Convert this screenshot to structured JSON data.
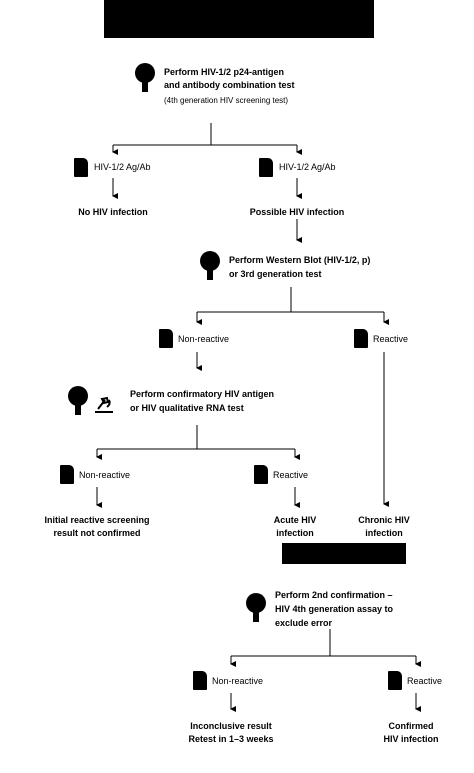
{
  "step1": {
    "line1": "Perform HIV-1/2 p24-antigen",
    "line2": "and antibody combination test",
    "line3": "(4th generation HIV screening test)"
  },
  "result1": {
    "negative_label": "HIV-1/2 Ag/Ab",
    "positive_label": "HIV-1/2 Ag/Ab",
    "negative_outcome": "No HIV infection",
    "positive_outcome": "Possible HIV infection"
  },
  "step2": {
    "line1": "Perform Western Blot (HIV-1/2, p)",
    "line2": "or 3rd generation test"
  },
  "result2": {
    "nonreactive_label": "Non-reactive",
    "reactive_label": "Reactive"
  },
  "step3": {
    "line1": "Perform confirmatory HIV antigen",
    "line2": "or HIV qualitative RNA test"
  },
  "result3": {
    "nonreactive_label": "Non-reactive",
    "reactive_label": "Reactive",
    "outcome_initial_1": "Initial reactive screening",
    "outcome_initial_2": "result not confirmed",
    "outcome_acute_1": "Acute HIV",
    "outcome_acute_2": "infection",
    "outcome_chronic_1": "Chronic HIV",
    "outcome_chronic_2": "infection"
  },
  "step4": {
    "line1": "Perform 2nd confirmation –",
    "line2": "HIV 4th generation assay to",
    "line3": "exclude error"
  },
  "result4": {
    "nonreactive_label": "Non-reactive",
    "reactive_label": "Reactive",
    "outcome_inconclusive_1": "Inconclusive result",
    "outcome_inconclusive_2": "Retest in 1–3 weeks",
    "outcome_confirmed_1": "Confirmed",
    "outcome_confirmed_2": "HIV infection"
  },
  "colors": {
    "ink": "#000000",
    "background": "#ffffff"
  }
}
